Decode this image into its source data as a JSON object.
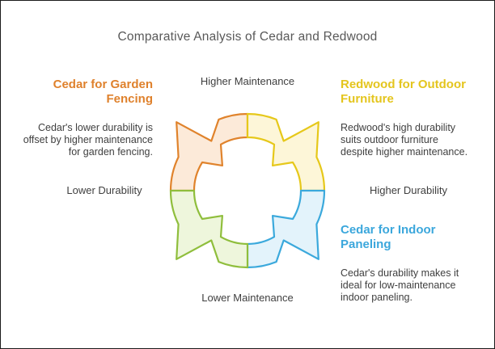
{
  "title": "Comparative Analysis of Cedar and Redwood",
  "axis_labels": {
    "top": "Higher Maintenance",
    "bottom": "Lower Maintenance",
    "left": "Lower Durability",
    "right": "Higher Durability"
  },
  "callouts": [
    {
      "id": "cedar-garden-fencing",
      "heading_lines": [
        "Cedar for Garden",
        "Fencing"
      ],
      "body_lines": [
        "Cedar's lower durability is",
        "offset by higher maintenance",
        "for garden fencing."
      ],
      "accent_color": "#df812c"
    },
    {
      "id": "redwood-outdoor-furniture",
      "heading_lines": [
        "Redwood for Outdoor",
        "Furniture"
      ],
      "body_lines": [
        "Redwood's high durability",
        "suits outdoor furniture",
        "despite higher maintenance."
      ],
      "accent_color": "#e4c51d"
    },
    {
      "id": "cedar-indoor-paneling",
      "heading_lines": [
        "Cedar for Indoor",
        "Paneling"
      ],
      "body_lines": [
        "Cedar's durability makes it",
        "ideal for low-maintenance",
        "indoor paneling."
      ],
      "accent_color": "#3ba7dc"
    }
  ],
  "quadrants": [
    {
      "name": "top-left-orange",
      "stroke": "#e0832c",
      "fill": "#fcead9"
    },
    {
      "name": "top-right-yellow",
      "stroke": "#e6c81a",
      "fill": "#fdf6d8"
    },
    {
      "name": "bottom-right-blue",
      "stroke": "#3ba9dc",
      "fill": "#e3f3fb"
    },
    {
      "name": "bottom-left-green",
      "stroke": "#8fbe3c",
      "fill": "#eef6dc"
    }
  ],
  "text_colors": {
    "title": "#595959",
    "body": "#3f3f3f"
  }
}
